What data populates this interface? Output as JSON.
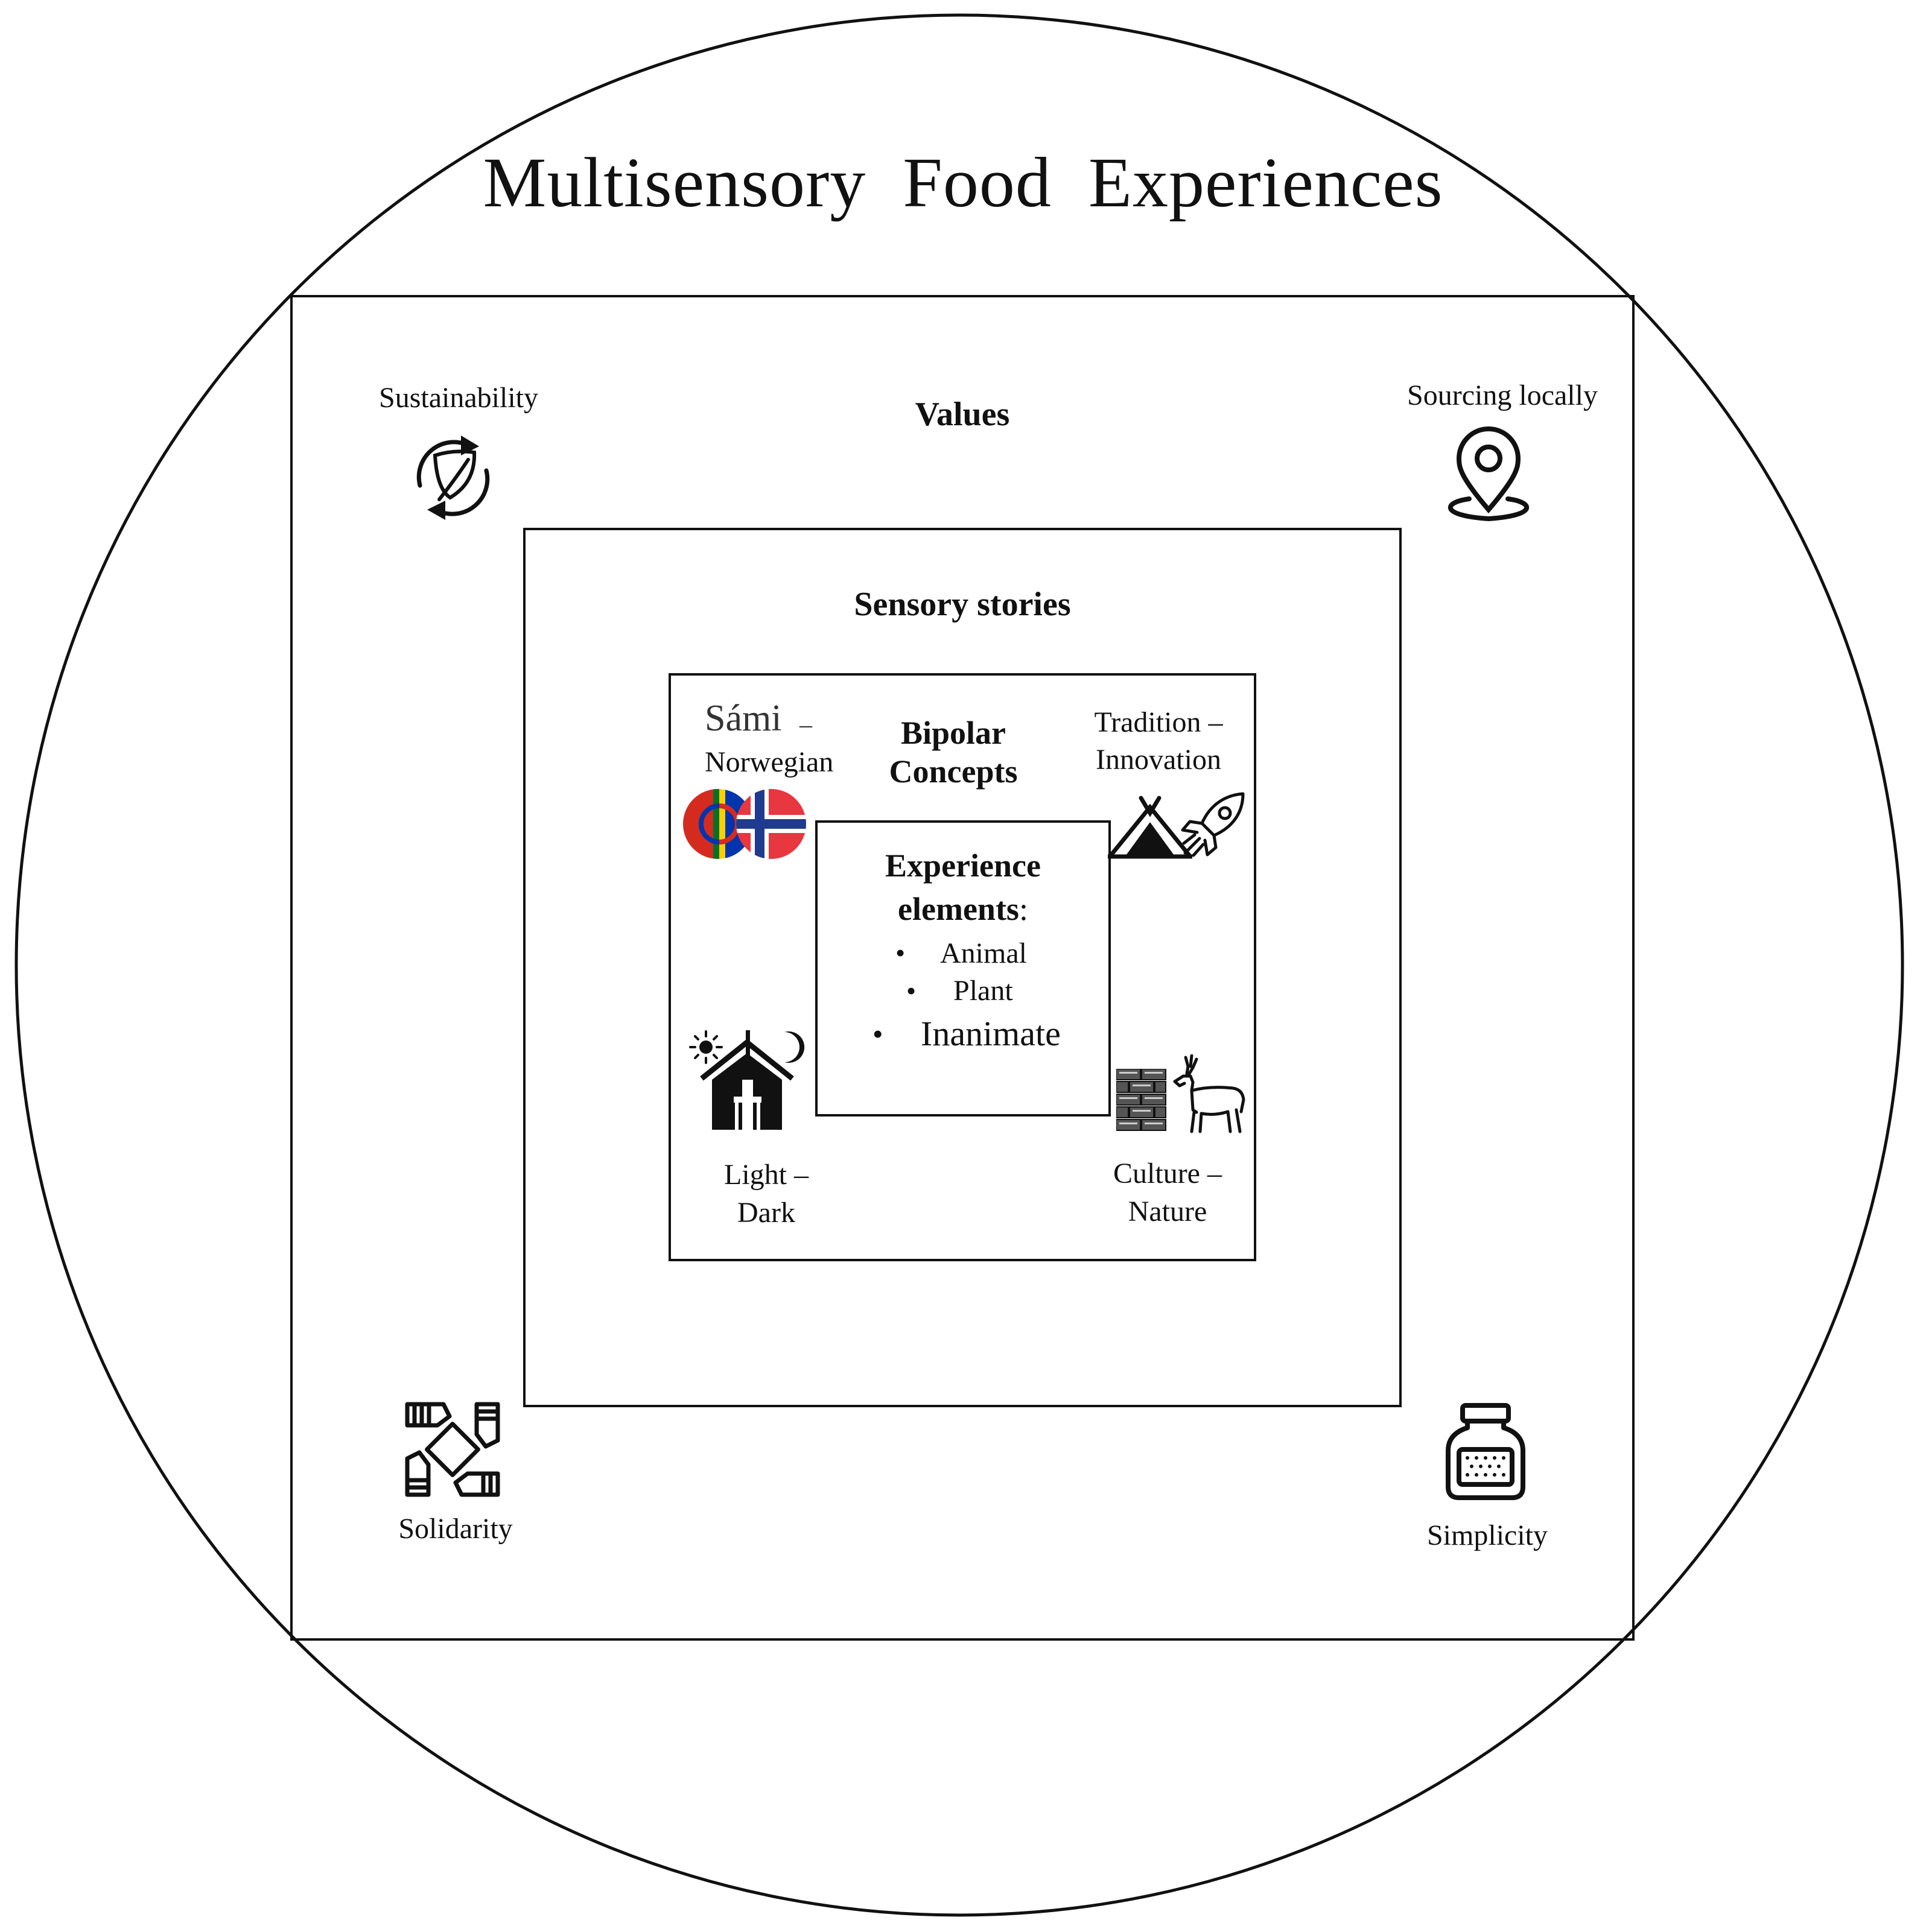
{
  "title": "Multisensory  Food  Experiences",
  "values": {
    "heading": "Values",
    "items": {
      "sustainability": "Sustainability",
      "sourcing": "Sourcing locally",
      "solidarity": "Solidarity",
      "simplicity": "Simplicity"
    }
  },
  "sensory_stories": {
    "heading": "Sensory stories"
  },
  "bipolar": {
    "heading_line1": "Bipolar",
    "heading_line2": "Concepts",
    "pairs": {
      "sami_norwegian": {
        "a": "Sámi",
        "dash": "–",
        "b": "Norwegian"
      },
      "tradition_innovation": {
        "a": "Tradition –",
        "b": "Innovation"
      },
      "light_dark": {
        "a": "Light –",
        "b": "Dark"
      },
      "culture_nature": {
        "a": "Culture –",
        "b": "Nature"
      }
    }
  },
  "experience": {
    "heading_line1": "Experience",
    "heading_line2": "elements",
    "colon": ":",
    "elements": [
      "Animal",
      "Plant",
      "Inanimate"
    ]
  },
  "icons": {
    "sustainability": "recycle-leaf-icon",
    "sourcing": "location-pin-icon",
    "solidarity": "joined-hands-icon",
    "simplicity": "jar-icon",
    "sami_flag": "sami-flag-icon",
    "norway_flag": "norway-flag-icon",
    "tent": "lavvu-tent-icon",
    "rocket": "rocket-icon",
    "sun": "sun-icon",
    "moon": "moon-icon",
    "house": "house-icon",
    "wall": "brick-wall-icon",
    "reindeer": "reindeer-icon"
  },
  "colors": {
    "line": "#111111",
    "sami_red": "#d52b1e",
    "sami_blue": "#0035ad",
    "sami_green": "#007229",
    "sami_yellow": "#ffce00",
    "norway_red": "#e8373f",
    "norway_blue": "#1f3b8f"
  }
}
